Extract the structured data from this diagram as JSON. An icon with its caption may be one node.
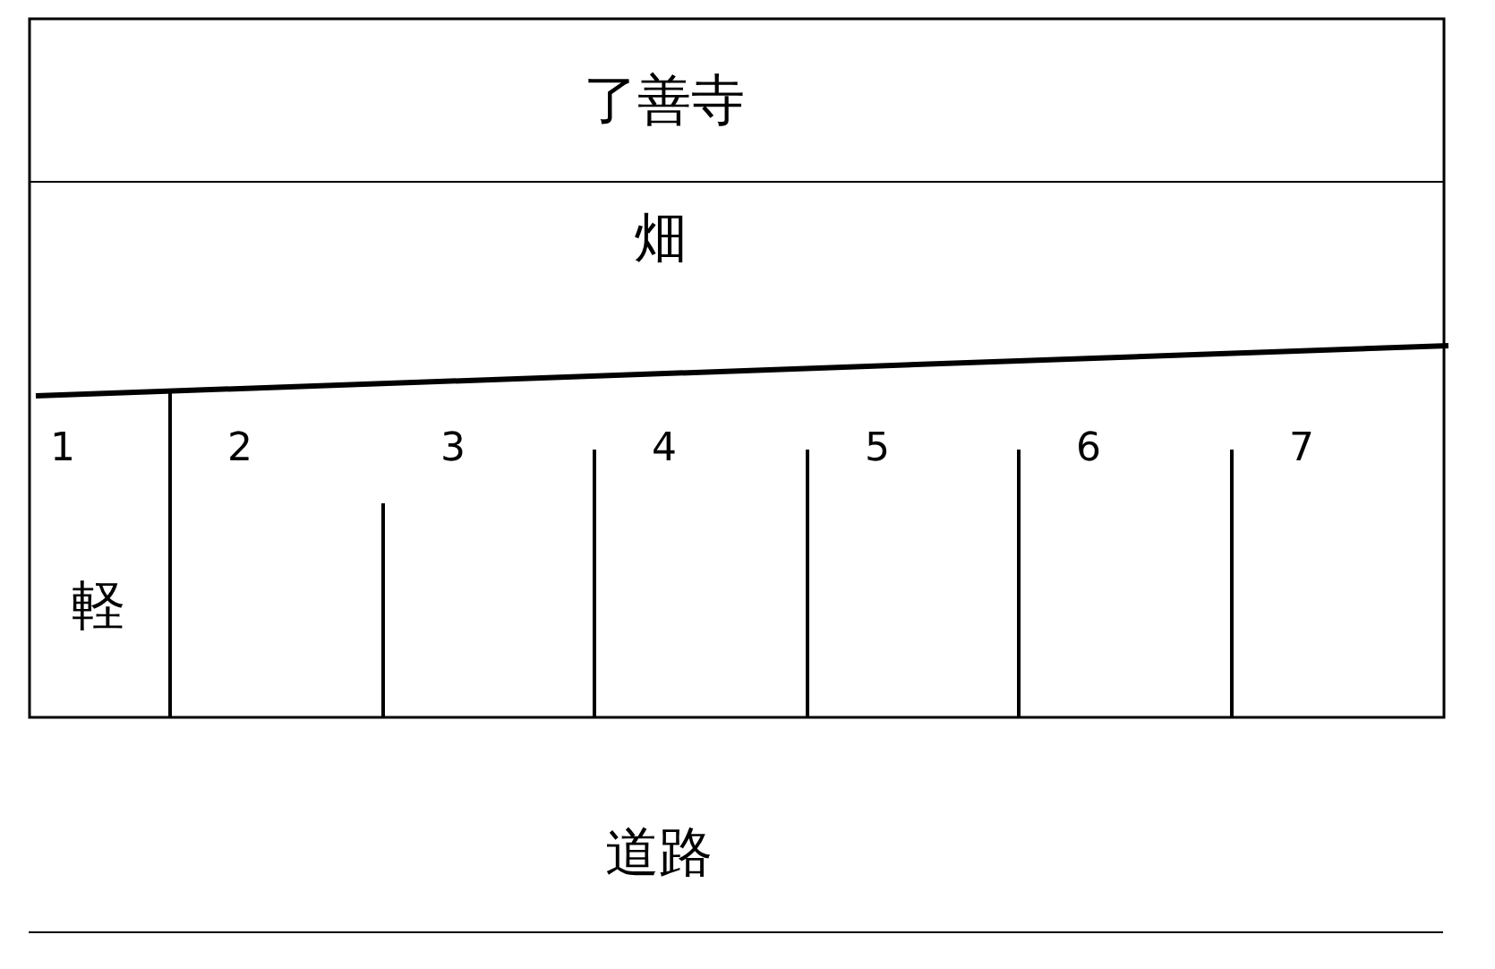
{
  "diagram": {
    "nodes": [
      {
        "text": [
          "了善寺"
        ]
      },
      {
        "text": [
          "畑"
        ]
      },
      {
        "text": [
          "1",
          "軽"
        ]
      },
      {
        "text": [
          "2"
        ]
      },
      {
        "text": [
          "3"
        ]
      },
      {
        "text": [
          "4"
        ]
      },
      {
        "text": [
          "5"
        ]
      },
      {
        "text": [
          "6"
        ]
      },
      {
        "text": [
          "7"
        ]
      }
    ],
    "labels": [
      "道路"
    ]
  }
}
